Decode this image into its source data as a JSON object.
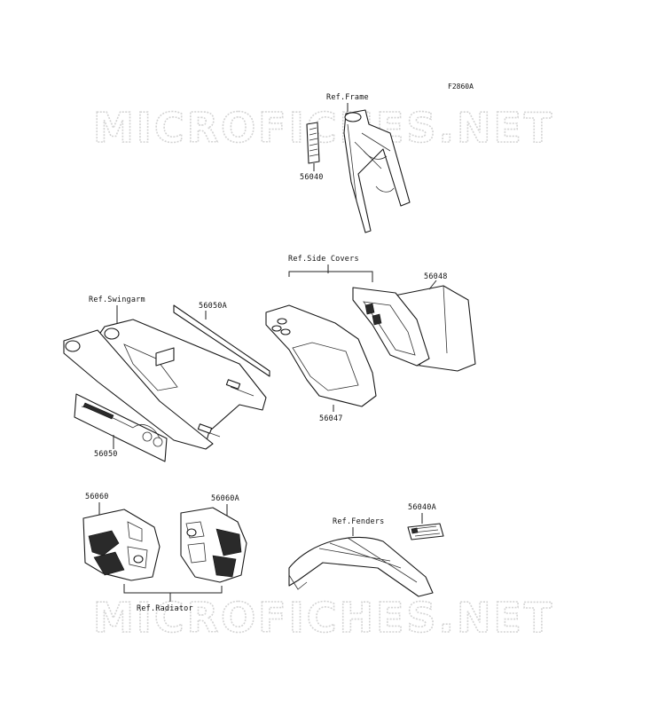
{
  "diagram_code": "F2860A",
  "watermark_text": "MICROFICHES.NET",
  "references": {
    "frame": "Ref.Frame",
    "side_covers": "Ref.Side Covers",
    "swingarm": "Ref.Swingarm",
    "fenders": "Ref.Fenders",
    "radiator": "Ref.Radiator"
  },
  "parts": {
    "p56040": "56040",
    "p56048": "56048",
    "p56050A": "56050A",
    "p56047": "56047",
    "p56050": "56050",
    "p56060": "56060",
    "p56060A": "56060A",
    "p56040A": "56040A"
  }
}
